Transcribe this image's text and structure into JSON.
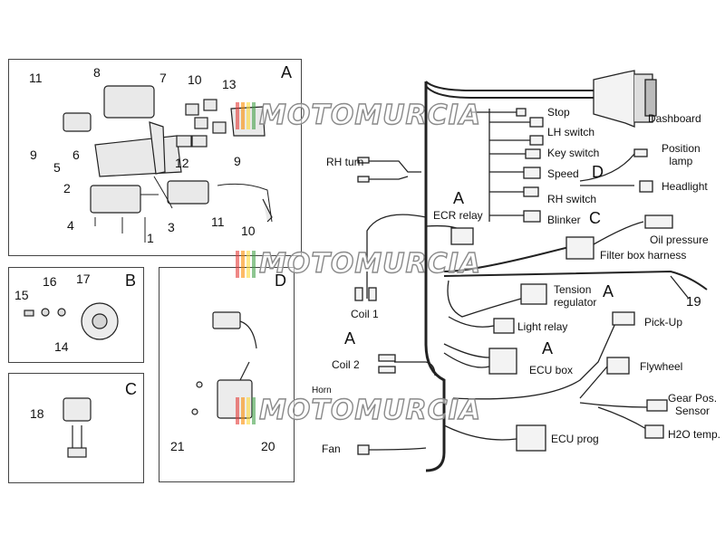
{
  "panels": {
    "A": {
      "letter": "A",
      "numbers": [
        "11",
        "8",
        "7",
        "10",
        "13",
        "9",
        "6",
        "5",
        "12",
        "2",
        "9",
        "4",
        "3",
        "1",
        "11",
        "10"
      ]
    },
    "B": {
      "letter": "B",
      "numbers": [
        "15",
        "16",
        "17",
        "14"
      ]
    },
    "C": {
      "letter": "C",
      "numbers": [
        "18"
      ]
    },
    "D": {
      "letter": "D",
      "numbers": [
        "21",
        "20"
      ]
    }
  },
  "harness_labels": {
    "dashboard": "Dashboard",
    "stop": "Stop",
    "lh_switch": "LH switch",
    "key_switch": "Key switch",
    "speed": "Speed",
    "rh_switch": "RH switch",
    "blinker": "Blinker",
    "position_lamp": "Position\nlamp",
    "headlight": "Headlight",
    "oil_pressure": "Oil pressure",
    "filter_box_harness": "Filter box harness",
    "rh_turn": "RH turn",
    "ecr_relay": "ECR relay",
    "coil1": "Coil 1",
    "coil2": "Coil 2",
    "tension_regulator": "Tension\nregulator",
    "light_relay": "Light relay",
    "ecu_box": "ECU box",
    "pick_up": "Pick-Up",
    "flywheel": "Flywheel",
    "gear_pos_sensor": "Gear Pos.\nSensor",
    "h2o_temp": "H2O temp.",
    "ecu_prog": "ECU prog",
    "fan": "Fan",
    "horn_partial": "Horn",
    "ref_19": "19"
  },
  "callout_letters": {
    "ecr": "A",
    "coil2": "A",
    "tension": "A",
    "ecu_box": "A",
    "blinker": "C",
    "speed": "D",
    "panel_d_overlap": "D"
  },
  "watermark": {
    "text": "MOTOMURCIA",
    "bar_colors": [
      "#e53935",
      "#fb8c00",
      "#fdd835",
      "#43a047"
    ]
  }
}
